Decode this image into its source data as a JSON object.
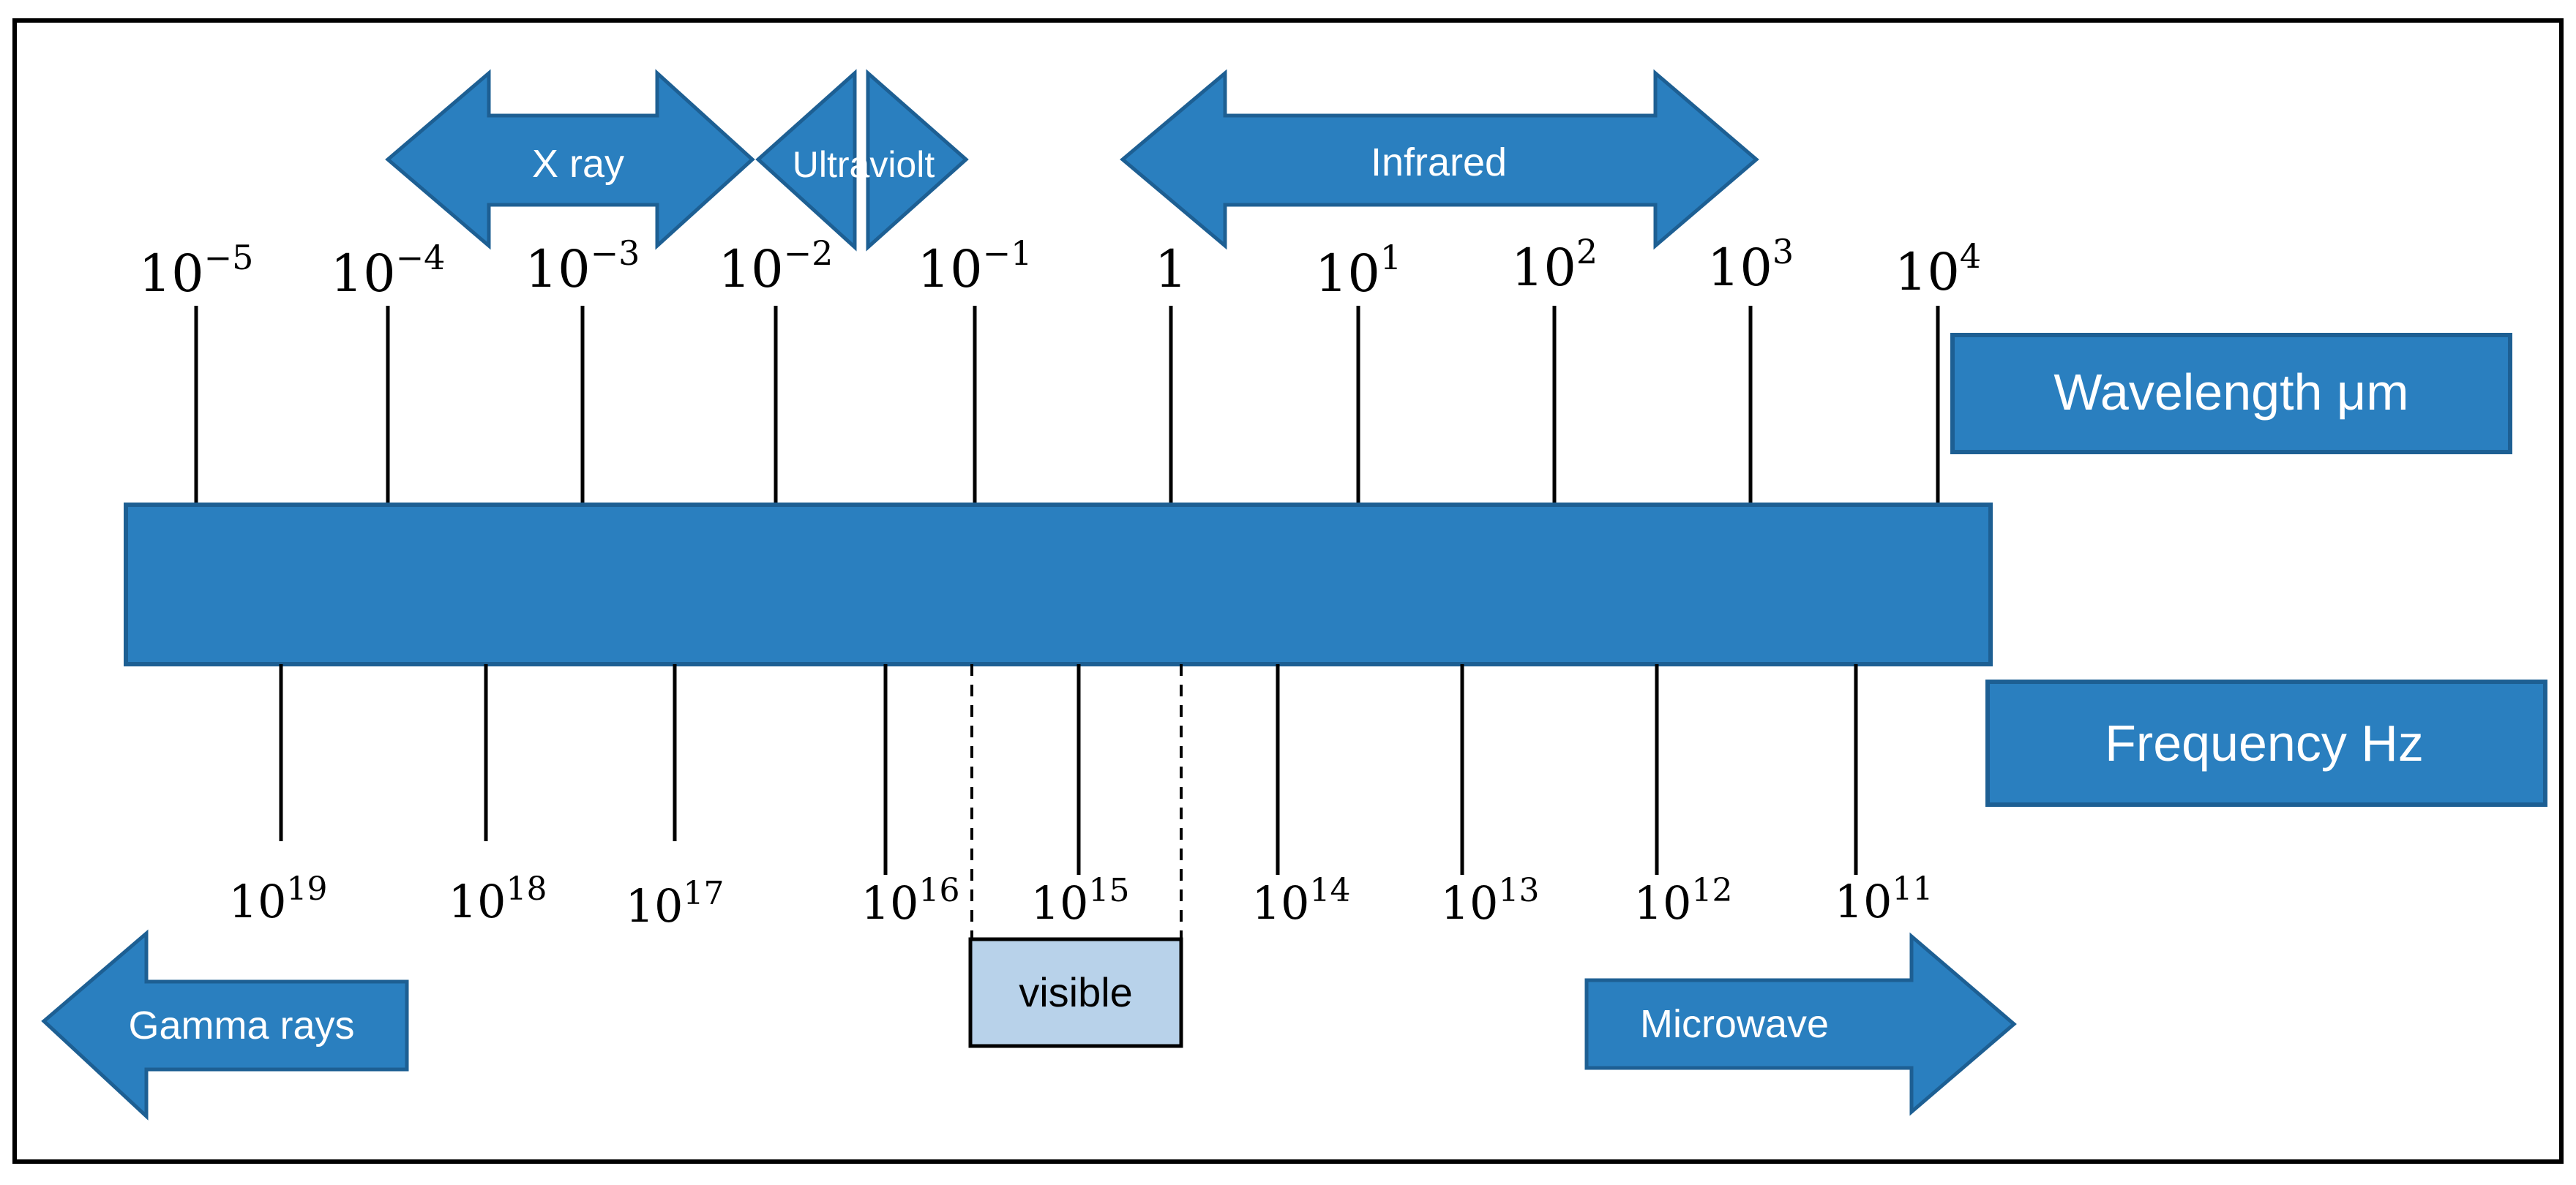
{
  "labels": {
    "wavelength": "Wavelength μm",
    "frequency": "Frequency Hz",
    "xray": "X ray",
    "ultraviolet": "Ultraviolt",
    "infrared": "Infrared",
    "gamma": "Gamma rays",
    "microwave": "Microwave",
    "visible": "visible"
  },
  "wavelength_ticks": [
    {
      "base": "10",
      "exp": "−5"
    },
    {
      "base": "10",
      "exp": "−4"
    },
    {
      "base": "10",
      "exp": "−3"
    },
    {
      "base": "10",
      "exp": "−2"
    },
    {
      "base": "10",
      "exp": "−1"
    },
    {
      "base": "1",
      "exp": ""
    },
    {
      "base": "10",
      "exp": "1"
    },
    {
      "base": "10",
      "exp": "2"
    },
    {
      "base": "10",
      "exp": "3"
    },
    {
      "base": "10",
      "exp": "4"
    }
  ],
  "frequency_ticks": [
    {
      "base": "10",
      "exp": "19"
    },
    {
      "base": "10",
      "exp": "18"
    },
    {
      "base": "10",
      "exp": "17"
    },
    {
      "base": "10",
      "exp": "16"
    },
    {
      "base": "10",
      "exp": "15"
    },
    {
      "base": "10",
      "exp": "14"
    },
    {
      "base": "10",
      "exp": "13"
    },
    {
      "base": "10",
      "exp": "12"
    },
    {
      "base": "10",
      "exp": "11"
    }
  ],
  "colors": {
    "band": "#2a7fbf",
    "band_border": "#1d5f93",
    "visible_fill": "#b8d2ea"
  }
}
